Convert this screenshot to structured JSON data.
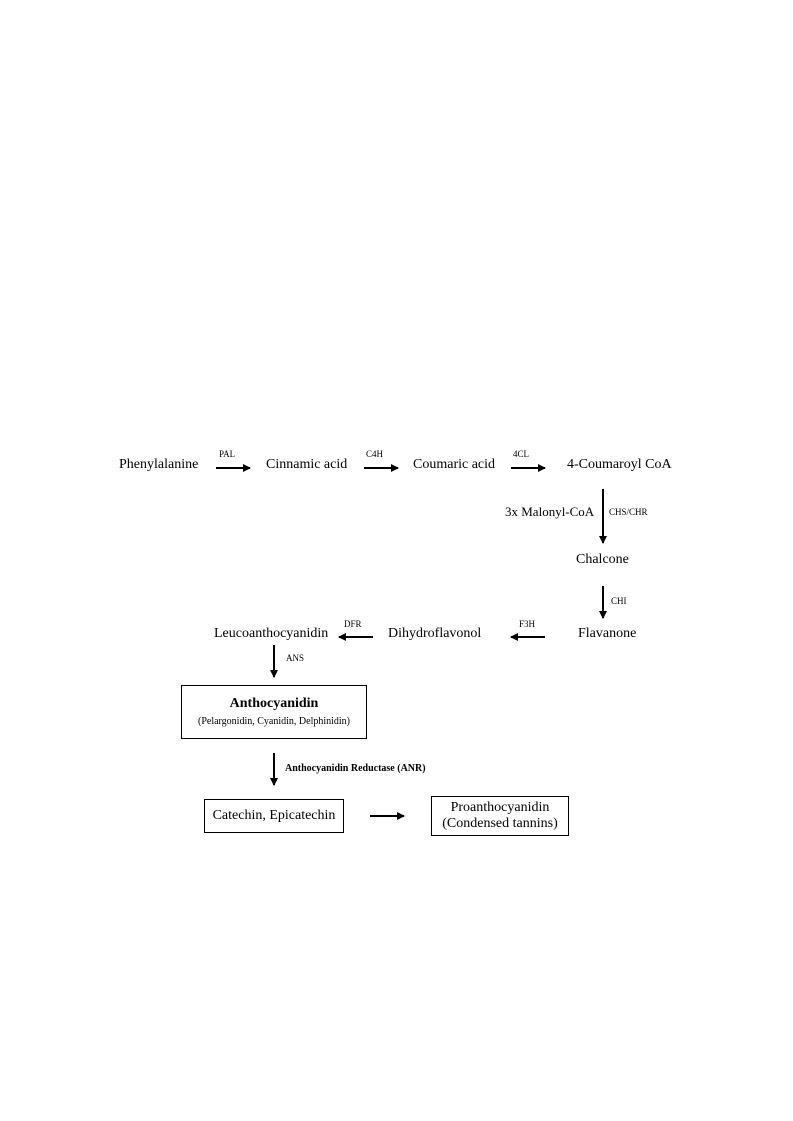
{
  "nodes": {
    "phenylalanine": "Phenylalanine",
    "cinnamic_acid": "Cinnamic acid",
    "coumaric_acid": "Coumaric acid",
    "coumaroyl_coa": "4-Coumaroyl CoA",
    "malonyl_coa": "3x Malonyl-CoA",
    "chalcone": "Chalcone",
    "flavanone": "Flavanone",
    "dihydroflavonol": "Dihydroflavonol",
    "leucoanthocyanidin": "Leucoanthocyanidin",
    "anthocyanidin": "Anthocyanidin",
    "anthocyanidin_types": "(Pelargonidin, Cyanidin, Delphinidin)",
    "catechin": "Catechin, Epicatechin",
    "proanthocyanidin": "Proanthocyanidin",
    "condensed_tannins": "(Condensed tannins)"
  },
  "enzymes": {
    "pal": "PAL",
    "c4h": "C4H",
    "fourcl": "4CL",
    "chs_chr": "CHS/CHR",
    "chi": "CHI",
    "f3h": "F3H",
    "dfr": "DFR",
    "ans": "ANS",
    "anr": "Anthocyanidin Reductase (ANR)"
  },
  "colors": {
    "line": "#000000",
    "background": "#ffffff"
  }
}
